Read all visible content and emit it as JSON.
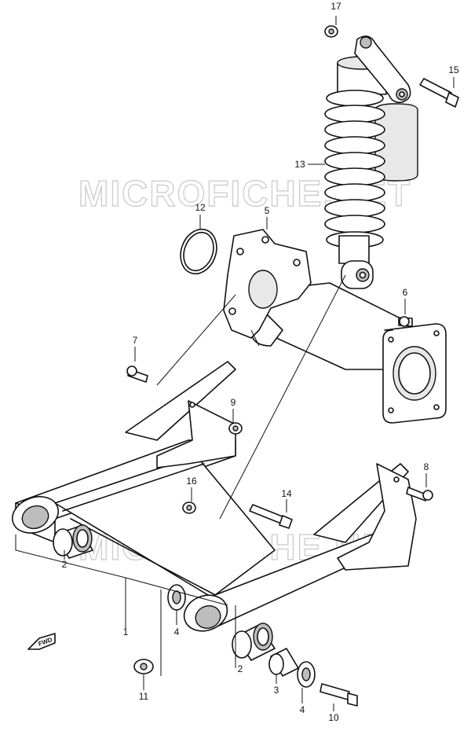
{
  "watermark": "MICROFICHE.NET",
  "fwd_label": "FWD",
  "callouts": {
    "c1": "1",
    "c2a": "2",
    "c2b": "2",
    "c3": "3",
    "c4a": "4",
    "c4b": "4",
    "c5": "5",
    "c6": "6",
    "c7": "7",
    "c8": "8",
    "c9": "9",
    "c10": "10",
    "c11": "11",
    "c12": "12",
    "c13": "13",
    "c14": "14",
    "c15": "15",
    "c16": "16",
    "c17": "17"
  }
}
